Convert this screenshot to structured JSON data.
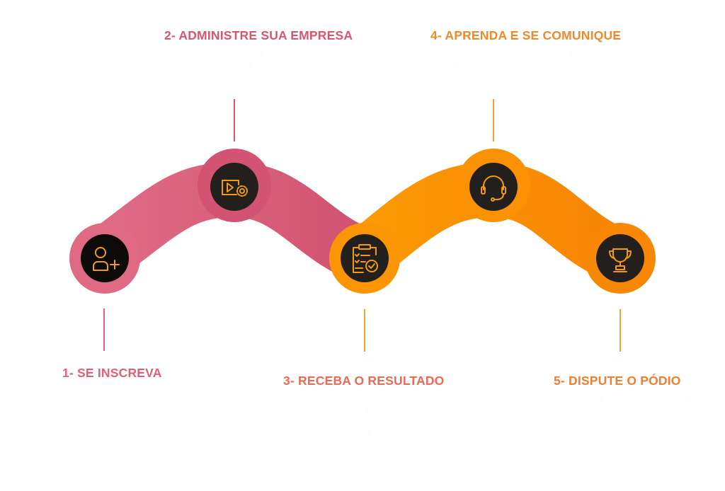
{
  "colors": {
    "pink_light": "#e06a84",
    "pink": "#d15470",
    "orange": "#fb9503",
    "orange_dark": "#f78806",
    "icon_bg": "#231f1c",
    "icon_stroke": "#f39a12"
  },
  "steps": [
    {
      "title": "1- SE INSCREVA",
      "description": "Faça seu cadastro e forme a sua equipe.",
      "icon": "user-plus-icon",
      "color": "#e0607a"
    },
    {
      "title": "2- ADMINISTRE SUA EMPRESA",
      "description": "Assista aos vídeos, tome as decisões da sua empresa no simulador e acompanhe os resultados de cada rodada da competição.",
      "icon": "video-settings-icon",
      "color": "#d9566c"
    },
    {
      "title": "3- RECEBA O RESULTADO",
      "description": "Ao final de cada rodada, receba o relatório com o desempenho da sua empresa e compare com os concorrentes. Use os resultados para planejar as próximas decisões e melhorar a posição da sua equipe no ranking.",
      "icon": "checklist-icon",
      "color": "#ea6a56"
    },
    {
      "title": "4- APRENDA E SE COMUNIQUE",
      "description": "Tire suas dúvidas com os tutores e converse com outros participantes.",
      "icon": "headset-icon",
      "color": "#f0892a"
    },
    {
      "title": "5- DISPUTE O PÓDIO",
      "description": "As melhores equipes avançam para a final e disputam o pódio.",
      "icon": "trophy-icon",
      "color": "#f07f32"
    }
  ]
}
